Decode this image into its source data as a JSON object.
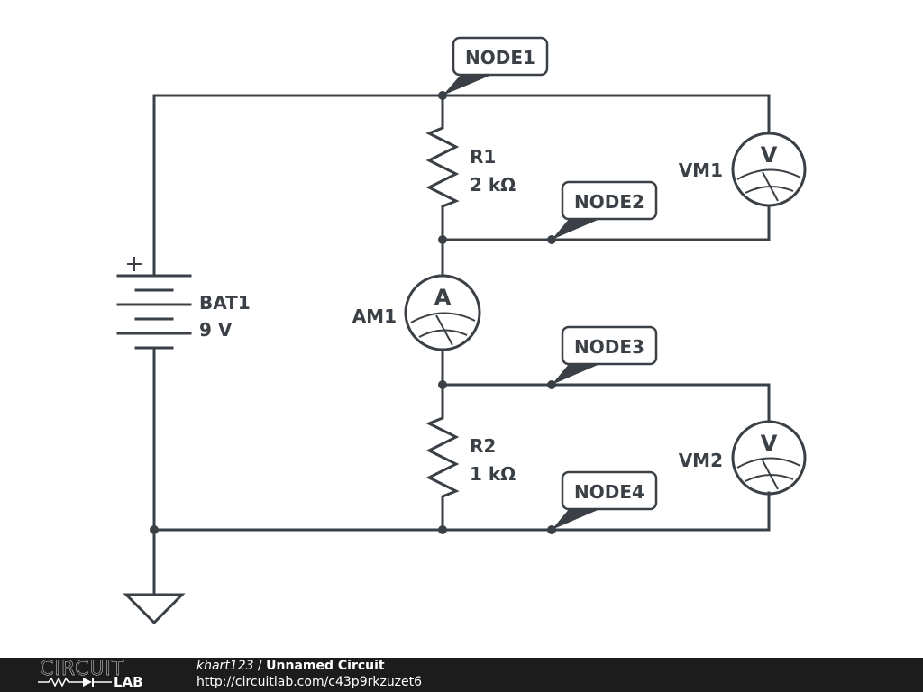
{
  "circuit": {
    "battery": {
      "name": "BAT1",
      "value": "9 V",
      "polarity": "+"
    },
    "resistors": [
      {
        "name": "R1",
        "value": "2 kΩ"
      },
      {
        "name": "R2",
        "value": "1 kΩ"
      }
    ],
    "ammeter": {
      "name": "AM1",
      "symbol": "A"
    },
    "voltmeters": [
      {
        "name": "VM1",
        "symbol": "V"
      },
      {
        "name": "VM2",
        "symbol": "V"
      }
    ],
    "nodes": [
      "NODE1",
      "NODE2",
      "NODE3",
      "NODE4"
    ],
    "ground": "ground-icon"
  },
  "footer": {
    "logo_top": "CIRCUIT",
    "logo_bottom": "LAB",
    "user": "khart123",
    "separator": " / ",
    "title": "Unnamed Circuit",
    "url": "http://circuitlab.com/c43p9rkzuzet6"
  },
  "colors": {
    "ink": "#3a4045",
    "footer_bg": "#1c1c1c"
  }
}
